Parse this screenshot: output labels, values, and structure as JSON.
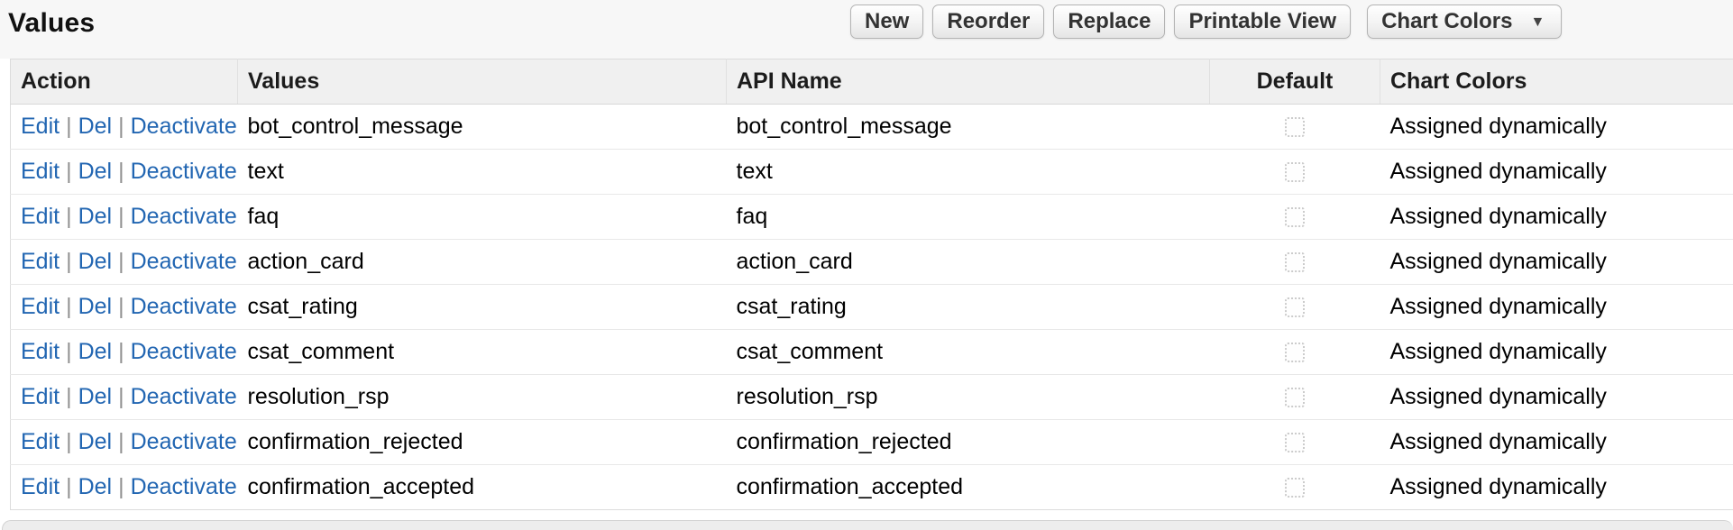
{
  "page": {
    "title": "Values"
  },
  "toolbar": {
    "buttons": [
      {
        "label": "New"
      },
      {
        "label": "Reorder"
      },
      {
        "label": "Replace"
      },
      {
        "label": "Printable View"
      }
    ],
    "dropdown": {
      "label": "Chart Colors",
      "icon": "caret-down"
    }
  },
  "table": {
    "columns": [
      "Action",
      "Values",
      "API Name",
      "Default",
      "Chart Colors"
    ],
    "action_links": [
      "Edit",
      "Del",
      "Deactivate"
    ],
    "link_separator": "|",
    "rows": [
      {
        "value": "bot_control_message",
        "api_name": "bot_control_message",
        "default_checked": false,
        "chart_colors": "Assigned dynamically"
      },
      {
        "value": "text",
        "api_name": "text",
        "default_checked": false,
        "chart_colors": "Assigned dynamically"
      },
      {
        "value": "faq",
        "api_name": "faq",
        "default_checked": false,
        "chart_colors": "Assigned dynamically"
      },
      {
        "value": "action_card",
        "api_name": "action_card",
        "default_checked": false,
        "chart_colors": "Assigned dynamically"
      },
      {
        "value": "csat_rating",
        "api_name": "csat_rating",
        "default_checked": false,
        "chart_colors": "Assigned dynamically"
      },
      {
        "value": "csat_comment",
        "api_name": "csat_comment",
        "default_checked": false,
        "chart_colors": "Assigned dynamically"
      },
      {
        "value": "resolution_rsp",
        "api_name": "resolution_rsp",
        "default_checked": false,
        "chart_colors": "Assigned dynamically"
      },
      {
        "value": "confirmation_rejected",
        "api_name": "confirmation_rejected",
        "default_checked": false,
        "chart_colors": "Assigned dynamically"
      },
      {
        "value": "confirmation_accepted",
        "api_name": "confirmation_accepted",
        "default_checked": false,
        "chart_colors": "Assigned dynamically"
      }
    ]
  },
  "colors": {
    "link_blue": "#2266b2",
    "header_bg": "#f0f0f0",
    "page_top_bg": "#f7f7f7",
    "row_separator": "#e8e8e8"
  }
}
